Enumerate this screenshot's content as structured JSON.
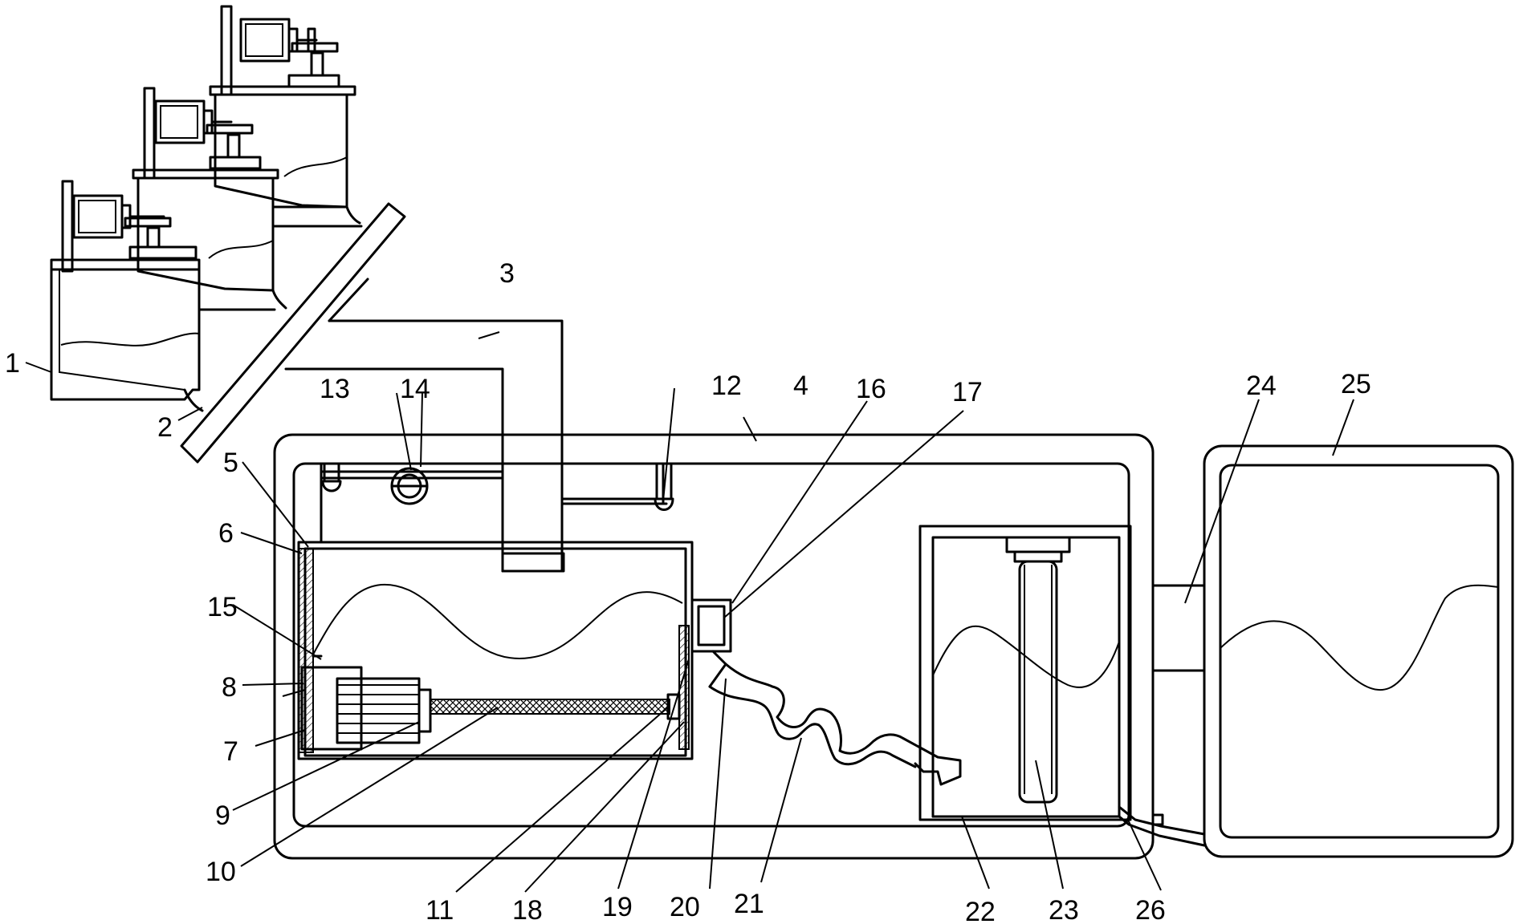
{
  "figure": {
    "labels": {
      "l1": "1",
      "l2": "2",
      "l3": "3",
      "l4": "4",
      "l5": "5",
      "l6": "6",
      "l7": "7",
      "l8": "8",
      "l9": "9",
      "l10": "10",
      "l11": "11",
      "l12": "12",
      "l13": "13",
      "l14": "14",
      "l15": "15",
      "l16": "16",
      "l17": "17",
      "l18": "18",
      "l19": "19",
      "l20": "20",
      "l21": "21",
      "l22": "22",
      "l23": "23",
      "l24": "24",
      "l25": "25",
      "l26": "26"
    }
  }
}
